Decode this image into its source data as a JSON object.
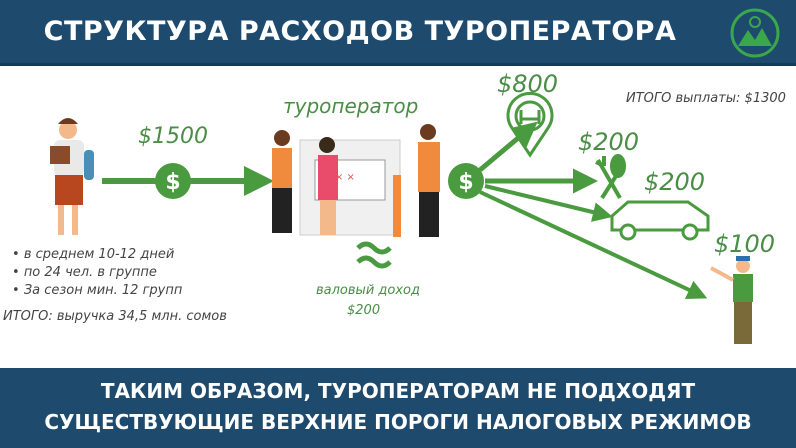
{
  "header": {
    "title": "СТРУКТУРА РАСХОДОВ ТУРОПЕРАТОРА"
  },
  "flow": {
    "revenue_in": "$1500",
    "operator_label": "туроператор",
    "approx_symbol": "≈",
    "gross_income_label": "валовый доход",
    "gross_income_value": "$200",
    "total_payouts": "ИТОГО выплаты: $1300",
    "payouts": [
      {
        "icon": "hotel-pin-icon",
        "value": "$800"
      },
      {
        "icon": "fork-spoon-icon",
        "value": "$200"
      },
      {
        "icon": "car-icon",
        "value": "$200"
      },
      {
        "icon": "guide-person-icon",
        "value": "$100"
      }
    ]
  },
  "tourist_facts": [
    "в среднем 10-12 дней",
    "по 24 чел. в группе",
    "За сезон мин. 12 групп"
  ],
  "tourist_total": "ИТОГО: выручка 34,5 млн. сомов",
  "footer": {
    "line1": "ТАКИМ ОБРАЗОМ, ТУРОПЕРАТОРАМ НЕ ПОДХОДЯТ",
    "line2": "СУЩЕСТВУЮЩИЕ ВЕРХНИЕ ПОРОГИ НАЛОГОВЫХ РЕЖИМОВ"
  },
  "colors": {
    "header": "#1d4a6d",
    "green": "#4a9a3f"
  }
}
